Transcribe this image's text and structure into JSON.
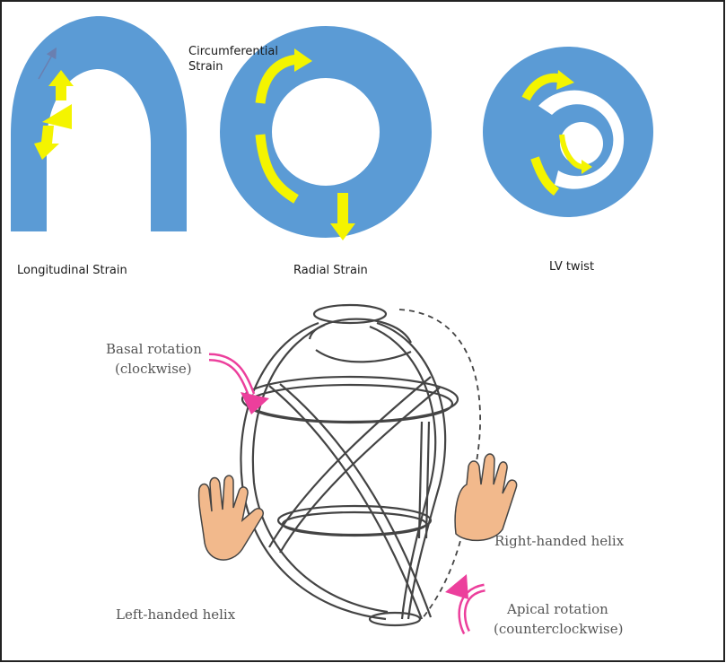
{
  "colors": {
    "strain_blue": "#5b9bd5",
    "arrow_yellow": "#f4f400",
    "rotation_pink": "#ec3f9c",
    "fiber_gray": "#444444",
    "hand_skin": "#f2b98c"
  },
  "strain_panels": {
    "longitudinal_label": "Longitudinal Strain",
    "circumferential_label_line1": "Circumferential",
    "circumferential_label_line2": "Strain",
    "radial_label": "Radial Strain",
    "twist_label": "LV twist"
  },
  "helix_panel": {
    "basal_rotation_line1": "Basal rotation",
    "basal_rotation_line2": "(clockwise)",
    "right_helix": "Right-handed helix",
    "left_helix": "Left-handed helix",
    "apical_rotation_line1": "Apical rotation",
    "apical_rotation_line2": "(counterclockwise)"
  }
}
